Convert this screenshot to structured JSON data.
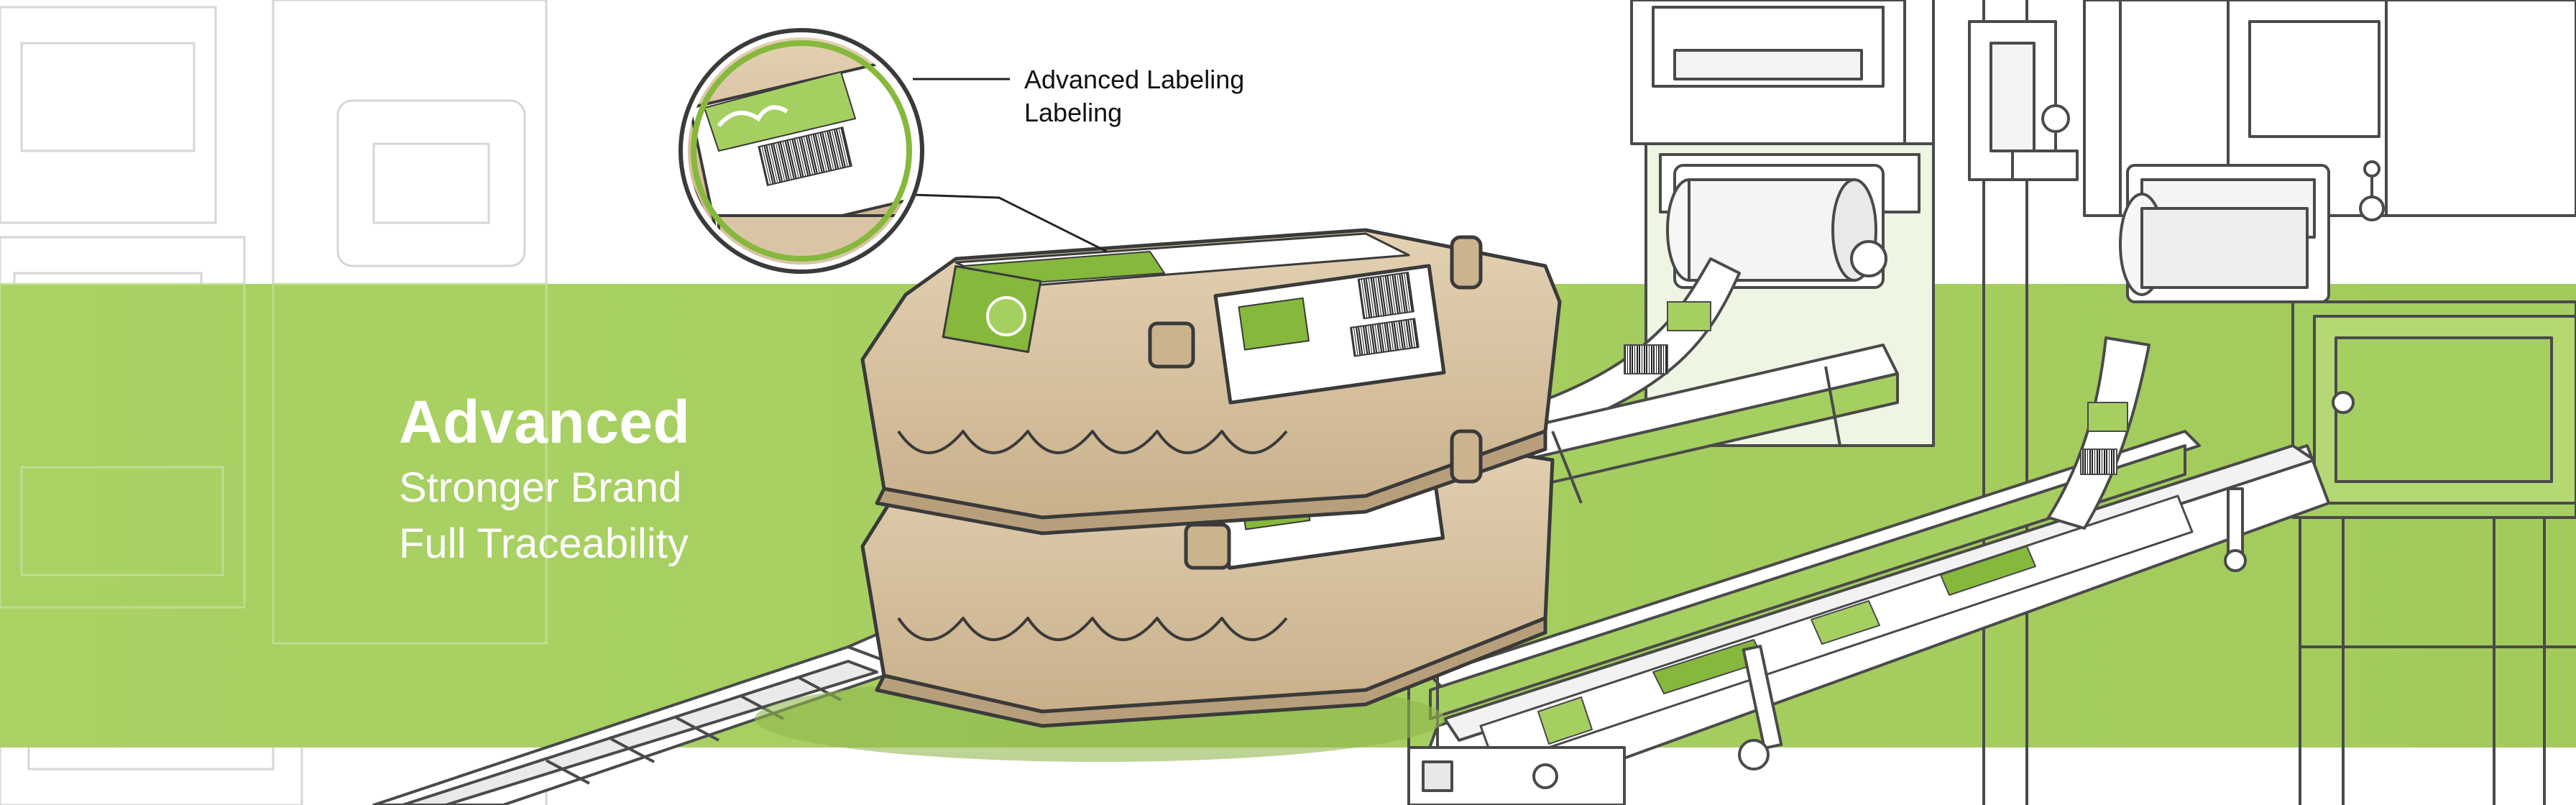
{
  "colors": {
    "band_green": "#a6cf62",
    "accent_green": "#86b83c",
    "carton_kraft": "#d9c5a5",
    "carton_shadow": "#b89f7c",
    "line_art": "#4a4a4a",
    "label_white": "#ffffff",
    "hero_text": "#ffffff"
  },
  "hero": {
    "title": "Advanced",
    "line1": "Stronger Brand",
    "line2": "Full Traceability"
  },
  "callout": {
    "line1": "Advanced Labeling",
    "line2": "Labeling"
  },
  "icons": {
    "zoom": "magnifier-circle-icon",
    "barcode": "barcode-icon",
    "leaf": "leaf-logo-icon"
  }
}
